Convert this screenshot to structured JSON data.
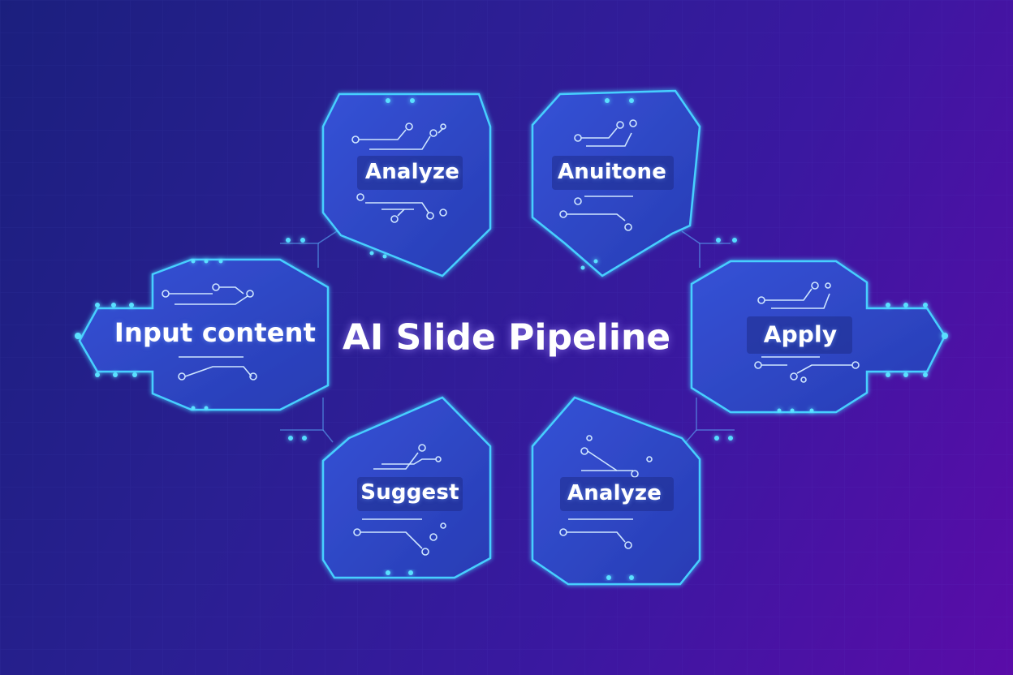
{
  "diagram": {
    "title": "AI Slide Pipeline",
    "nodes": [
      {
        "id": "input",
        "label": "Input  content"
      },
      {
        "id": "analyze-top",
        "label": "Analyze"
      },
      {
        "id": "anuitone",
        "label": "Anuitone"
      },
      {
        "id": "apply",
        "label": "Apply"
      },
      {
        "id": "suggest",
        "label": "Suggest"
      },
      {
        "id": "analyze-bottom",
        "label": "Analyze"
      }
    ]
  },
  "colors": {
    "background_left": "#1b1f7e",
    "background_right": "#5a0ca8",
    "node_fill": "#2f45c8",
    "glow": "#41d6ff",
    "circuit": "#c8e6ff"
  }
}
